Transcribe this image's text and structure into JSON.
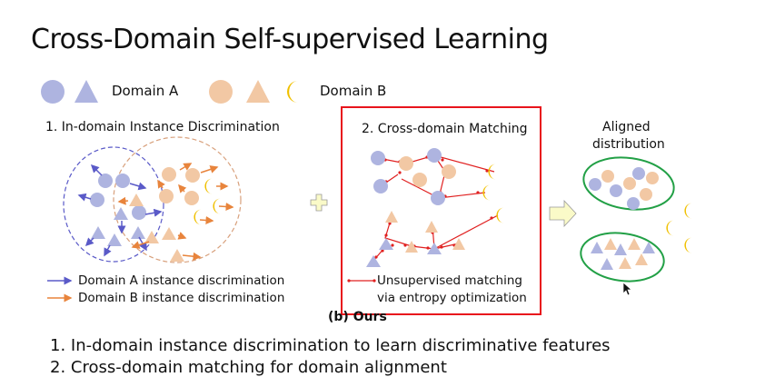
{
  "title": "Cross-Domain Self-supervised Learning",
  "legend_top": {
    "domain_a": "Domain A",
    "domain_b": "Domain B"
  },
  "section1": {
    "title": "1. In-domain Instance Discrimination",
    "legend_a": "Domain A instance discrimination",
    "legend_b": "Domain B instance discrimination"
  },
  "section2": {
    "title": "2. Cross-domain Matching",
    "legend_line1": "Unsupervised  matching",
    "legend_line2": "via entropy optimization"
  },
  "section3": {
    "title_line1": "Aligned",
    "title_line2": "distribution"
  },
  "caption": "(b) Ours",
  "bullets": [
    "1. In-domain instance discrimination to learn discriminative features",
    "2. Cross-domain matching for domain alignment"
  ],
  "colors": {
    "domain_a": "#aeb4e0",
    "domain_b": "#f2c8a4",
    "moon": "#f0c000",
    "arrow_a": "#5a5ac8",
    "arrow_b": "#e8843c",
    "match": "#e02020",
    "highlight_box": "#e8141c",
    "cluster": "#22a046",
    "block_arrow": "#fafac8"
  },
  "icons": {
    "plus": "plus-icon",
    "arrow": "right-arrow-icon",
    "cursor": "mouse-cursor-icon"
  }
}
